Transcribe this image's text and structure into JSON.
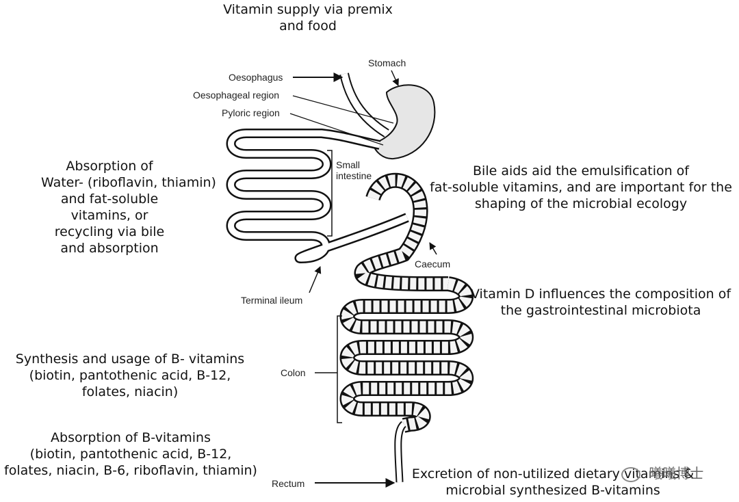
{
  "title": [
    "Vitamin supply via premix",
    "and food"
  ],
  "labels": {
    "stomach": "Stomach",
    "oesophagus": "Oesophagus",
    "oesophageal_region": "Oesophageal region",
    "pyloric_region": "Pyloric region",
    "small_intestine": [
      "Small",
      "intestine"
    ],
    "caecum": "Caecum",
    "terminal_ileum": "Terminal ileum",
    "colon": "Colon",
    "rectum": "Rectum"
  },
  "notes": {
    "absorption_water": [
      "Absorption of",
      "Water- (riboflavin, thiamin)",
      "and fat-soluble",
      "vitamins, or",
      "recycling via bile",
      "and absorption"
    ],
    "bile": [
      "Bile aids aid the emulsification of",
      "fat-soluble vitamins, and are important for the",
      "shaping of the microbial ecology"
    ],
    "vitamin_d": [
      "Vitamin D influences the composition of",
      "the gastrointestinal microbiota"
    ],
    "synthesis": [
      "Synthesis and usage of B- vitamins",
      "(biotin, pantothenic acid, B-12,",
      "folates, niacin)"
    ],
    "absorption_b": [
      "Absorption of B-vitamins",
      "(biotin, pantothenic acid, B-12,",
      "folates, niacin, B-6, riboflavin, thiamin)"
    ],
    "excretion": [
      "Excretion of non-utilized dietary vitamins &",
      "microbial synthesized B-vitamins"
    ]
  },
  "watermark": "曦曦博士",
  "colors": {
    "ink": "#111111",
    "tube_fill": "#f4f4f4",
    "label": "#222222"
  }
}
